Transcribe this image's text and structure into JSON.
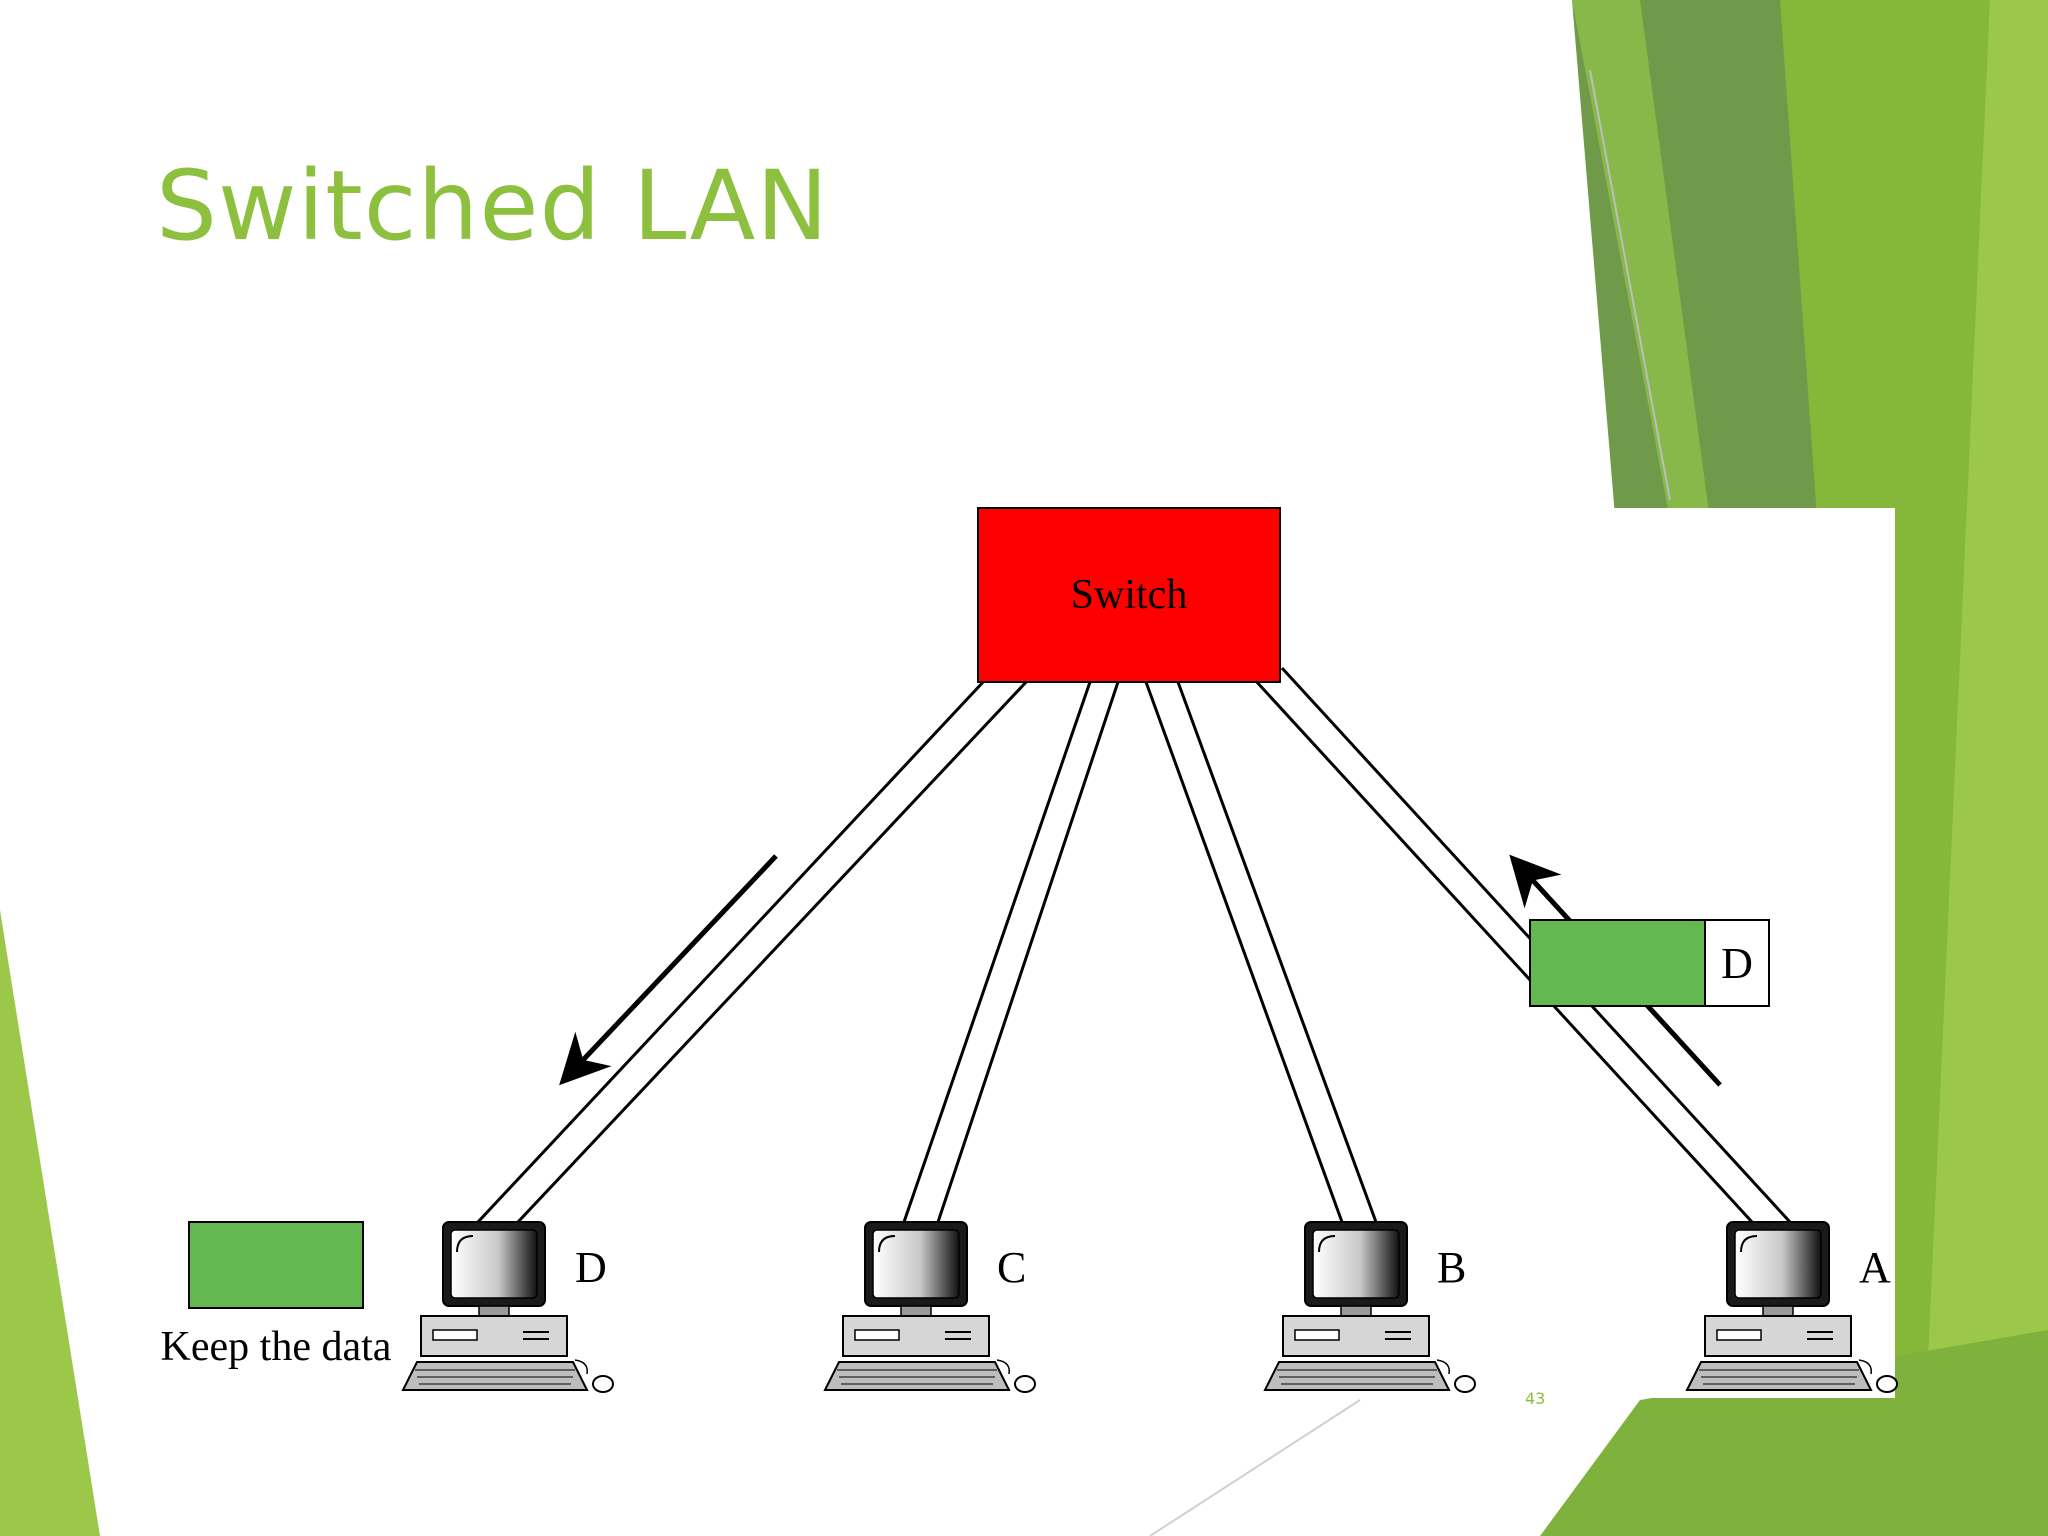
{
  "slide": {
    "title": "Switched LAN",
    "page_number": "43"
  },
  "theme": {
    "title_color": "#8dc03f",
    "green_light": "#9bc848",
    "green_mid": "#85b838",
    "green_dark": "#6f9a4a",
    "switch_fill": "#ff0000",
    "frame_fill": "#63b950"
  },
  "diagram": {
    "switch_label": "Switch",
    "computers": [
      {
        "label": "D"
      },
      {
        "label": "C"
      },
      {
        "label": "B"
      },
      {
        "label": "A"
      }
    ],
    "frame": {
      "address": "D"
    },
    "received_note": "Keep the data",
    "icons": [
      "computer-icon",
      "arrow-icon"
    ]
  }
}
